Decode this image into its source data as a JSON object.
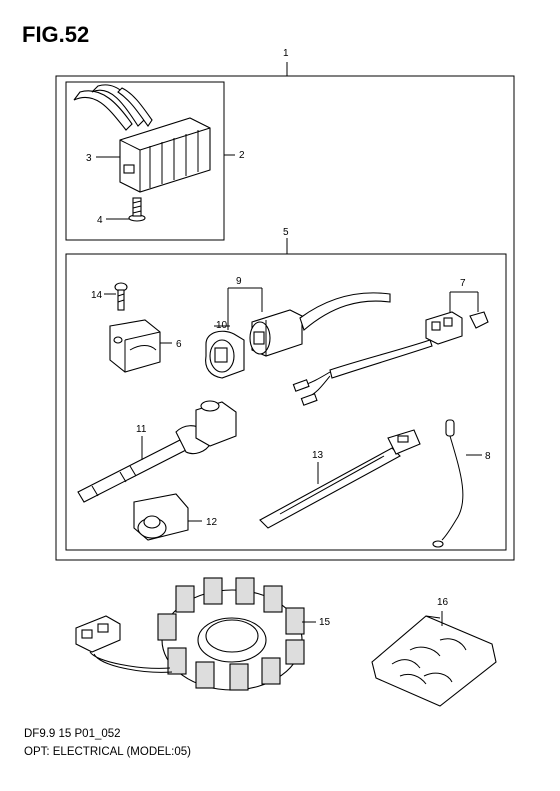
{
  "figure": {
    "title": "FIG.52",
    "caption_line1": "DF9.9 15 P01_052",
    "caption_line2": "OPT: ELECTRICAL (MODEL:05)"
  },
  "callouts": {
    "c1": "1",
    "c2": "2",
    "c3": "3",
    "c4": "4",
    "c5": "5",
    "c6": "6",
    "c7": "7",
    "c8": "8",
    "c9": "9",
    "c10": "10",
    "c11": "11",
    "c12": "12",
    "c13": "13",
    "c14": "14",
    "c15": "15",
    "c16": "16"
  }
}
